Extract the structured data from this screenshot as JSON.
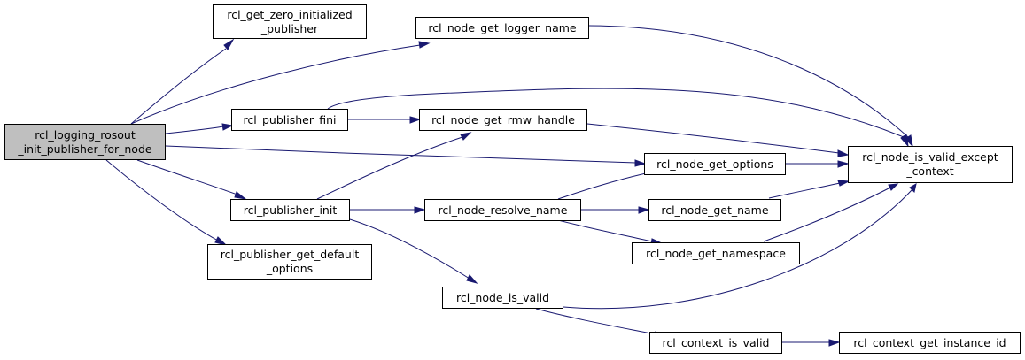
{
  "nodes": {
    "root": [
      "rcl_logging_rosout",
      "_init_publisher_for_node"
    ],
    "get_zero_init_pub": [
      "rcl_get_zero_initialized",
      "_publisher"
    ],
    "pub_get_default_opts": [
      "rcl_publisher_get_default",
      "_options"
    ],
    "publisher_fini": [
      "rcl_publisher_fini"
    ],
    "publisher_init": [
      "rcl_publisher_init"
    ],
    "node_get_logger_name": [
      "rcl_node_get_logger_name"
    ],
    "node_get_rmw_handle": [
      "rcl_node_get_rmw_handle"
    ],
    "node_get_options": [
      "rcl_node_get_options"
    ],
    "node_resolve_name": [
      "rcl_node_resolve_name"
    ],
    "node_is_valid": [
      "rcl_node_is_valid"
    ],
    "node_get_name": [
      "rcl_node_get_name"
    ],
    "node_get_namespace": [
      "rcl_node_get_namespace"
    ],
    "context_is_valid": [
      "rcl_context_is_valid"
    ],
    "node_is_valid_except_context": [
      "rcl_node_is_valid_except",
      "_context"
    ],
    "context_get_instance_id": [
      "rcl_context_get_instance_id"
    ]
  },
  "colors": {
    "edge": "#191970",
    "root_fill": "#bfbfbf",
    "node_fill": "#ffffff"
  }
}
